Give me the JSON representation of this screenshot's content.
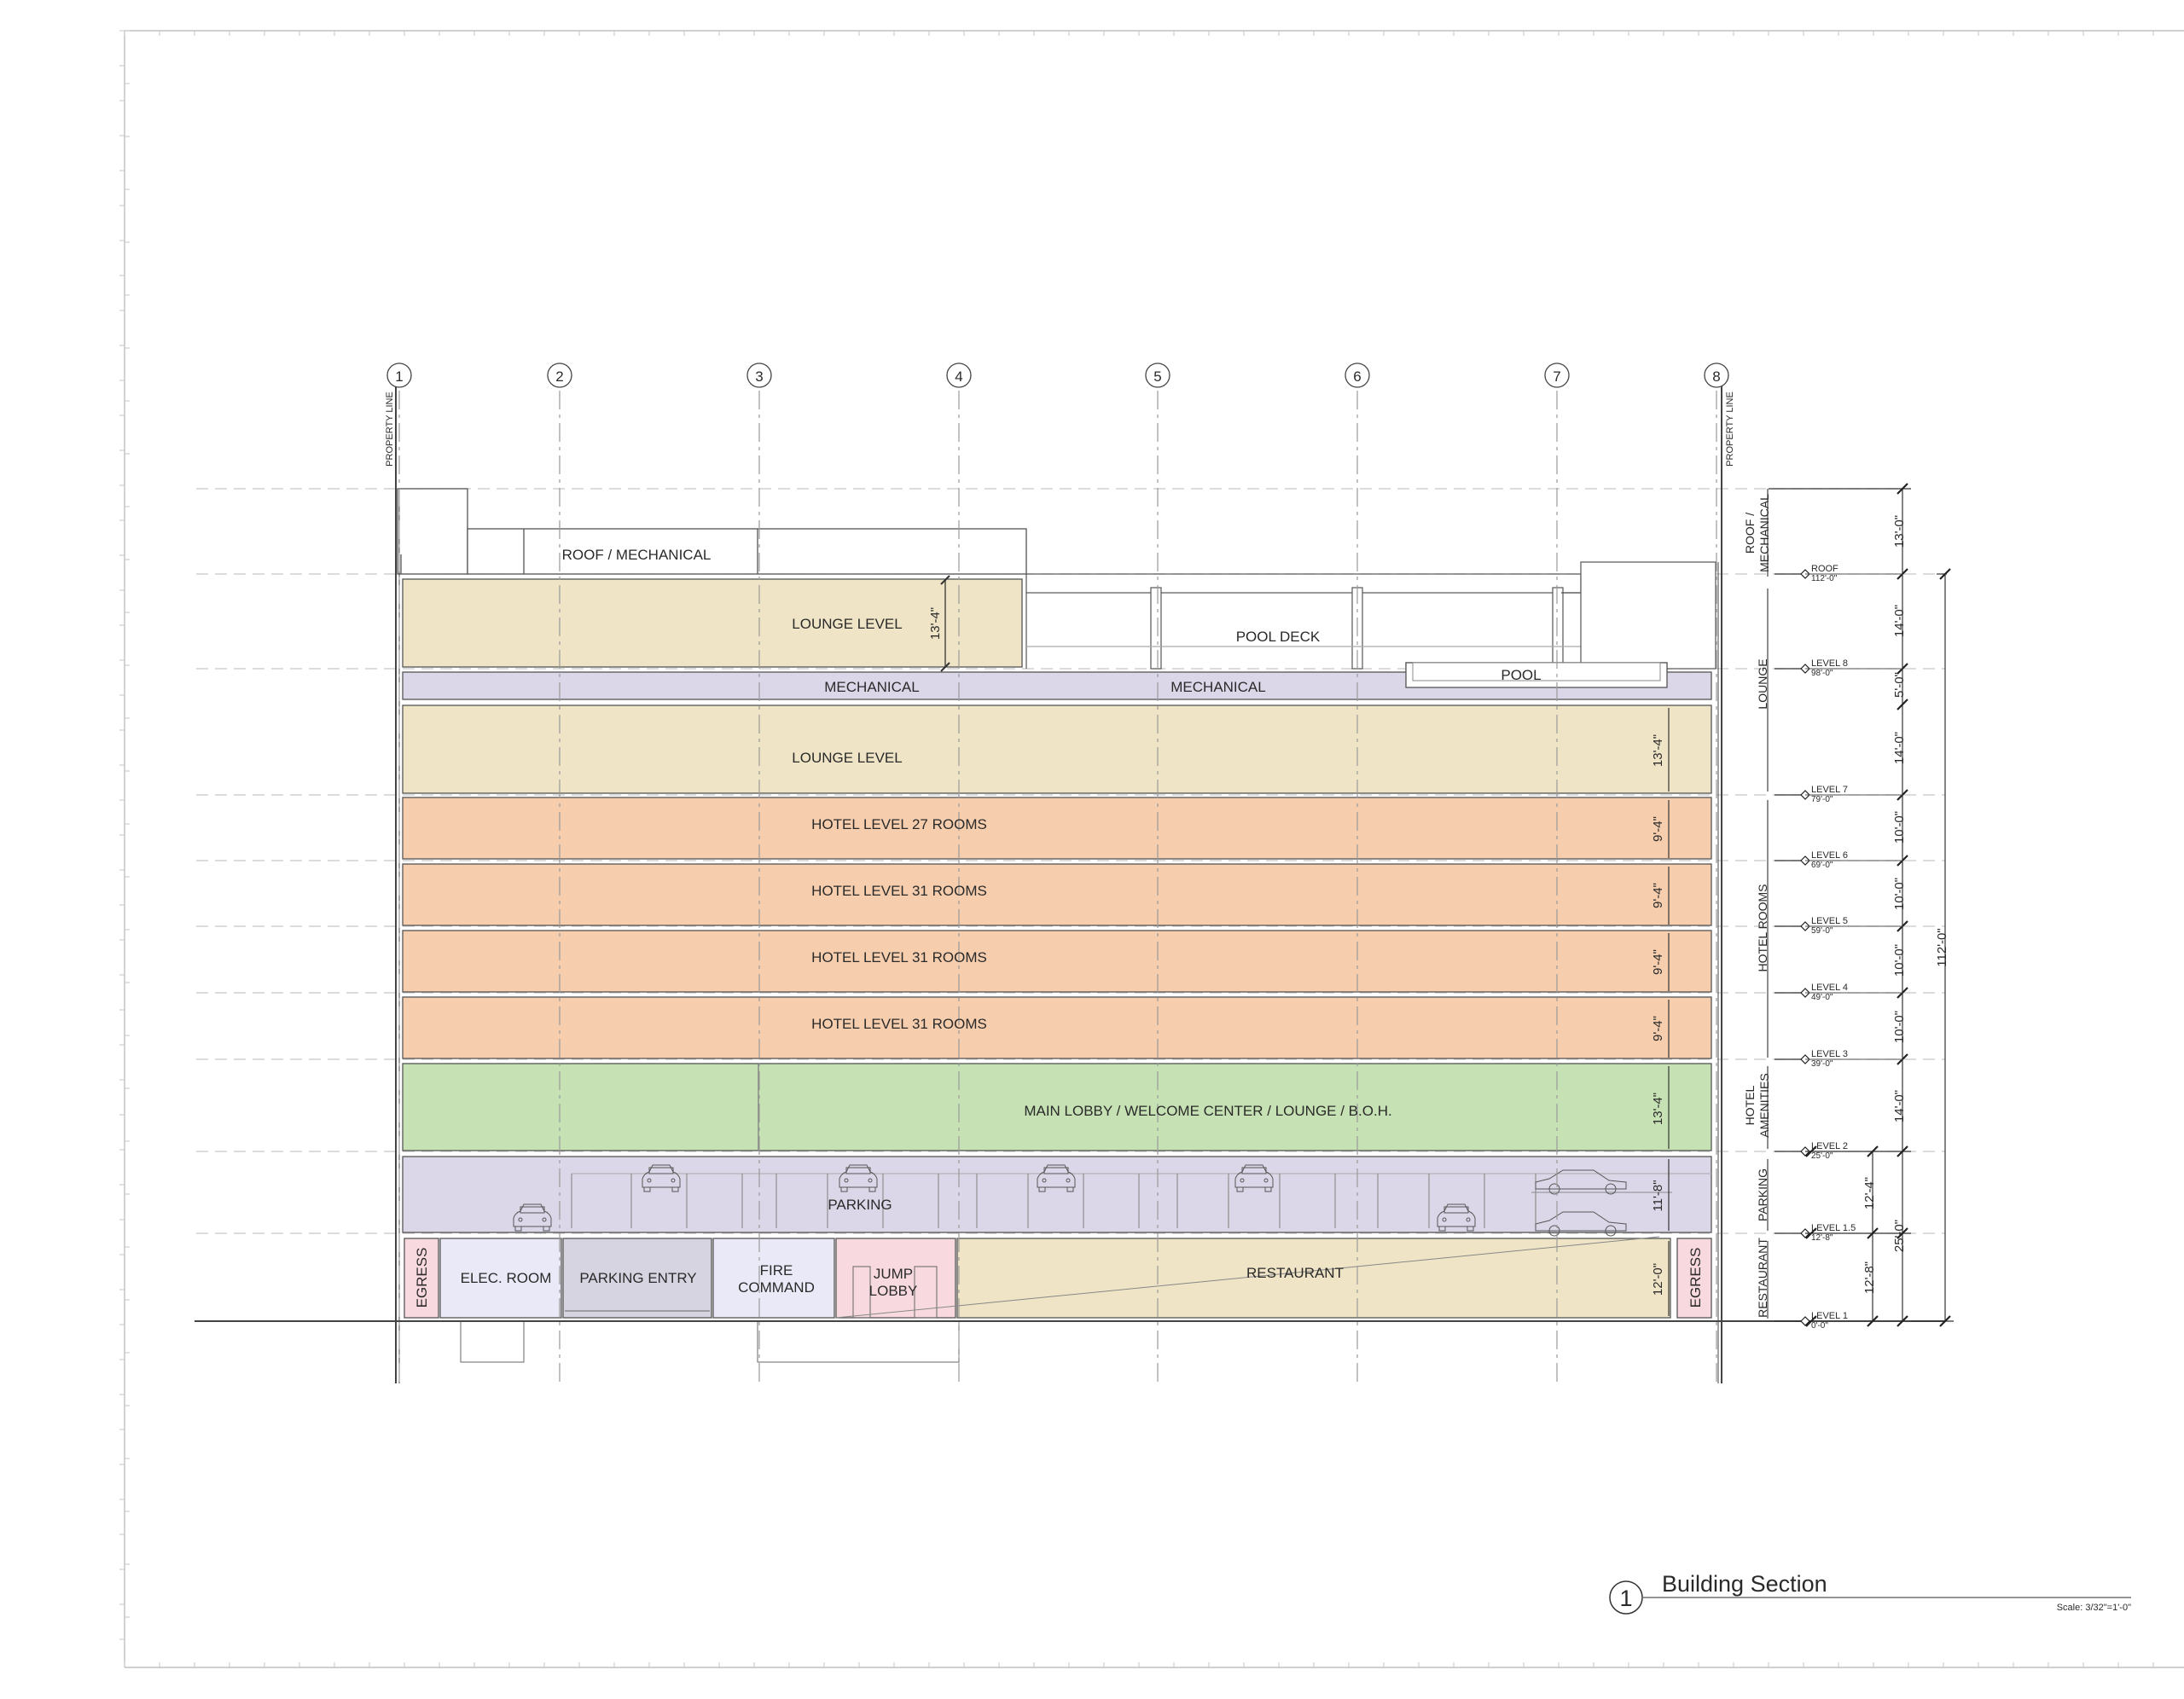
{
  "title": "Building Section",
  "title_number": "1",
  "scale": "Scale: 3/32\"=1'-0\"",
  "grid_lines": [
    "1",
    "2",
    "3",
    "4",
    "5",
    "6",
    "7",
    "8"
  ],
  "property_line_label": "PROPERTY LINE",
  "spaces": {
    "roof_mechanical": "ROOF  /  MECHANICAL",
    "lounge_level_upper": "LOUNGE LEVEL",
    "pool_deck": "POOL DECK",
    "mechanical_left": "MECHANICAL",
    "mechanical_right": "MECHANICAL",
    "pool": "POOL",
    "lounge_level": "LOUNGE LEVEL",
    "hotel_level_7": "HOTEL LEVEL  27 ROOMS",
    "hotel_level_6": "HOTEL LEVEL  31 ROOMS",
    "hotel_level_5": "HOTEL LEVEL  31 ROOMS",
    "hotel_level_4": "HOTEL LEVEL  31 ROOMS",
    "main_lobby": "MAIN LOBBY / WELCOME CENTER / LOUNGE / B.O.H.",
    "parking": "PARKING",
    "egress_left": "EGRESS",
    "elec_room": "ELEC. ROOM",
    "parking_entry": "PARKING ENTRY",
    "fire_command_1": "FIRE",
    "fire_command_2": "COMMAND",
    "jump_lobby_1": "JUMP",
    "jump_lobby_2": "LOBBY",
    "restaurant": "RESTAURANT",
    "egress_right": "EGRESS"
  },
  "floor_heights": {
    "lounge_upper": "13'-4\"",
    "lounge": "13'-4\"",
    "hotel_7": "9'-4\"",
    "hotel_6": "9'-4\"",
    "hotel_5": "9'-4\"",
    "hotel_4": "9'-4\"",
    "lobby": "13'-4\"",
    "parking": "11'-8\"",
    "restaurant": "12'-0\""
  },
  "zones": {
    "roof_1": "ROOF /",
    "roof_2": "MECHANICAL",
    "lounge": "LOUNGE",
    "hotel_rooms": "HOTEL ROOMS",
    "amenities_1": "HOTEL",
    "amenities_2": "AMENITIES",
    "parking": "PARKING",
    "restaurant": "RESTAURANT"
  },
  "levels": [
    {
      "name": "ROOF",
      "elev": "112'-0\""
    },
    {
      "name": "LEVEL 8",
      "elev": "98'-0\""
    },
    {
      "name": "LEVEL 7",
      "elev": "79'-0\""
    },
    {
      "name": "LEVEL 6",
      "elev": "69'-0\""
    },
    {
      "name": "LEVEL 5",
      "elev": "59'-0\""
    },
    {
      "name": "LEVEL 4",
      "elev": "49'-0\""
    },
    {
      "name": "LEVEL 3",
      "elev": "39'-0\""
    },
    {
      "name": "LEVEL 2",
      "elev": "25'-0\""
    },
    {
      "name": "LEVEL 1.5",
      "elev": "12'-8\""
    },
    {
      "name": "LEVEL 1",
      "elev": "0'-0\""
    }
  ],
  "dimensions": {
    "roof_top": "13'-0\"",
    "lounge_upper": "14'-0\"",
    "mechanical": "5'-0\"",
    "lounge": "14'-0\"",
    "hotel_7": "10'-0\"",
    "hotel_6": "10'-0\"",
    "hotel_5": "10'-0\"",
    "hotel_4": "10'-0\"",
    "lobby": "14'-0\"",
    "parking_upper": "12'-4\"",
    "parking_lower": "12'-8\"",
    "base_total": "25'-0\"",
    "overall": "112'-0\""
  },
  "colors": {
    "lounge": "#efe4c6",
    "mechanical": "#dcd7e8",
    "hotel": "#f6cdad",
    "lobby": "#c6e1b3",
    "parking": "#dcd7e8",
    "restaurant": "#efe4c6",
    "egress": "#f7d9df",
    "elec": "#e9e9f7",
    "parking_entry": "#d7d4e2",
    "jump_lobby": "#f7d9df"
  }
}
